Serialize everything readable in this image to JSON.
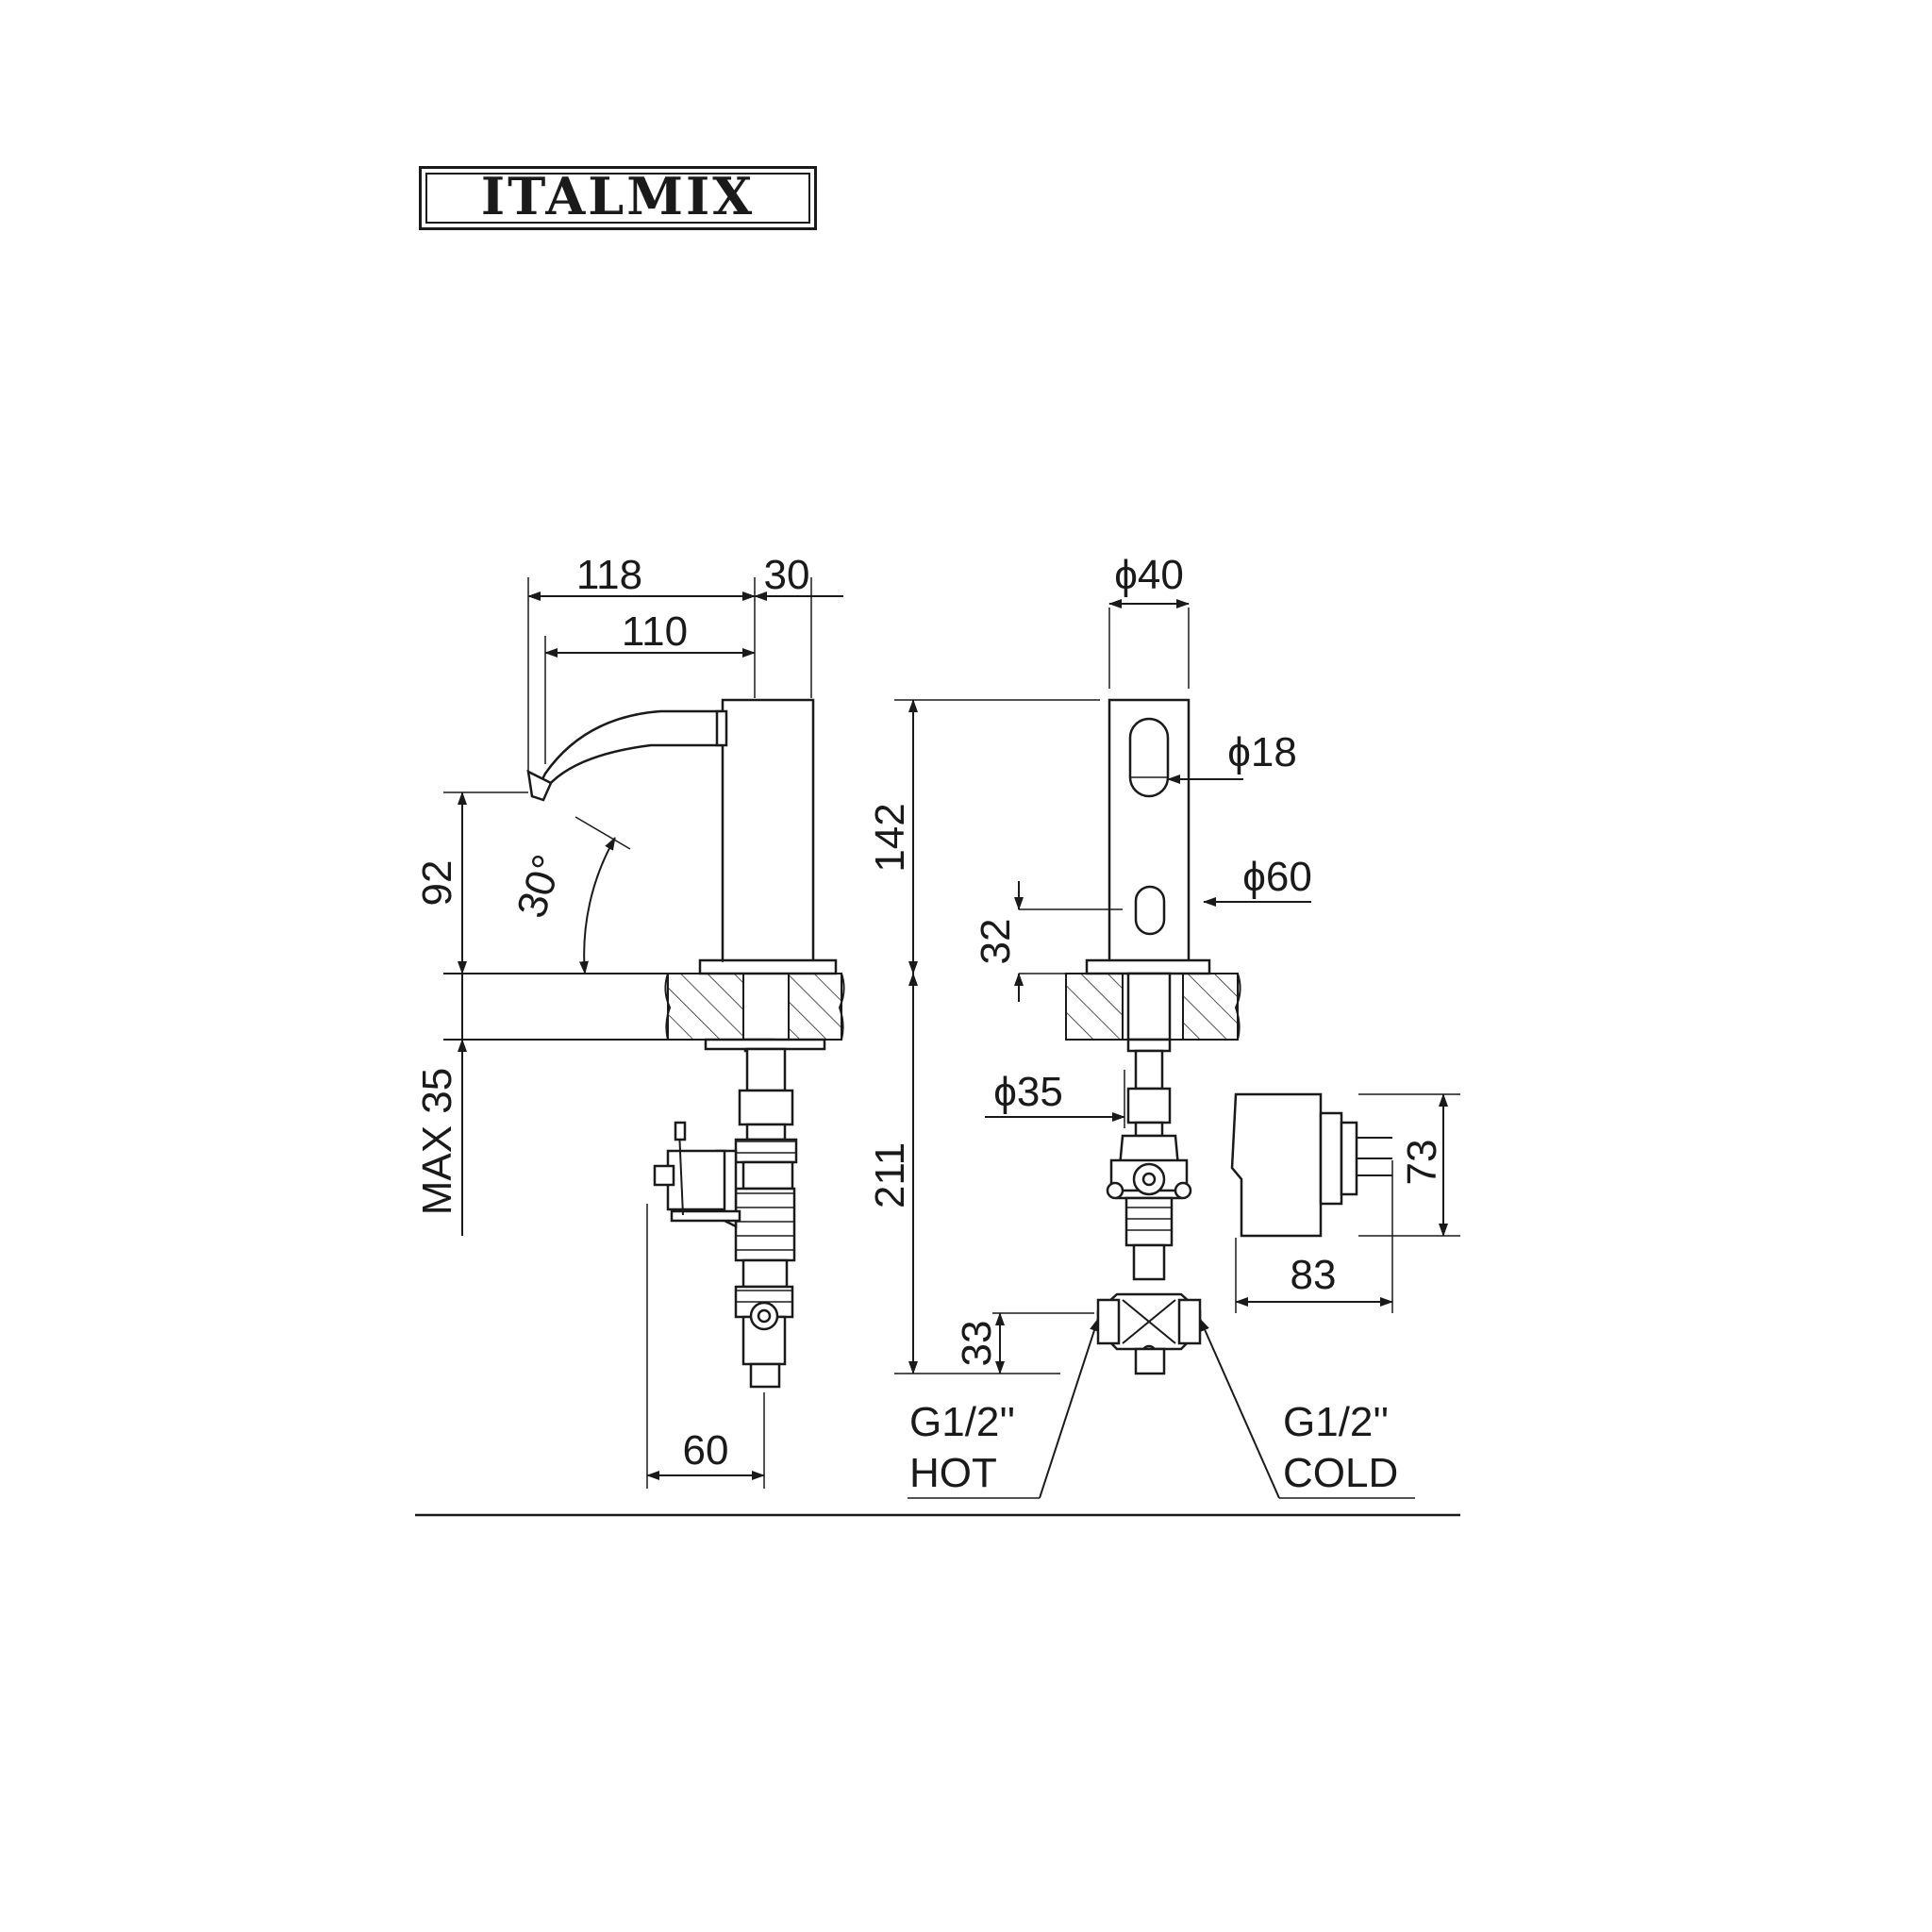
{
  "brand": {
    "logo_text": "ITALMIX"
  },
  "side_view": {
    "dim_118": "118",
    "dim_30": "30",
    "dim_110": "110",
    "dim_92": "92",
    "angle_30": "30°",
    "dim_max35": "MAX 35",
    "dim_60": "60"
  },
  "front_view": {
    "dia_40": "ϕ40",
    "dia_18": "ϕ18",
    "dia_60": "ϕ60",
    "dim_142": "142",
    "dim_32": "32",
    "dia_35": "ϕ35",
    "dim_211": "211",
    "dim_33": "33",
    "hot_thread": "G1/2''",
    "hot_label": "HOT",
    "cold_thread": "G1/2''",
    "cold_label": "COLD"
  },
  "power_supply": {
    "dim_73": "73",
    "dim_83": "83"
  }
}
